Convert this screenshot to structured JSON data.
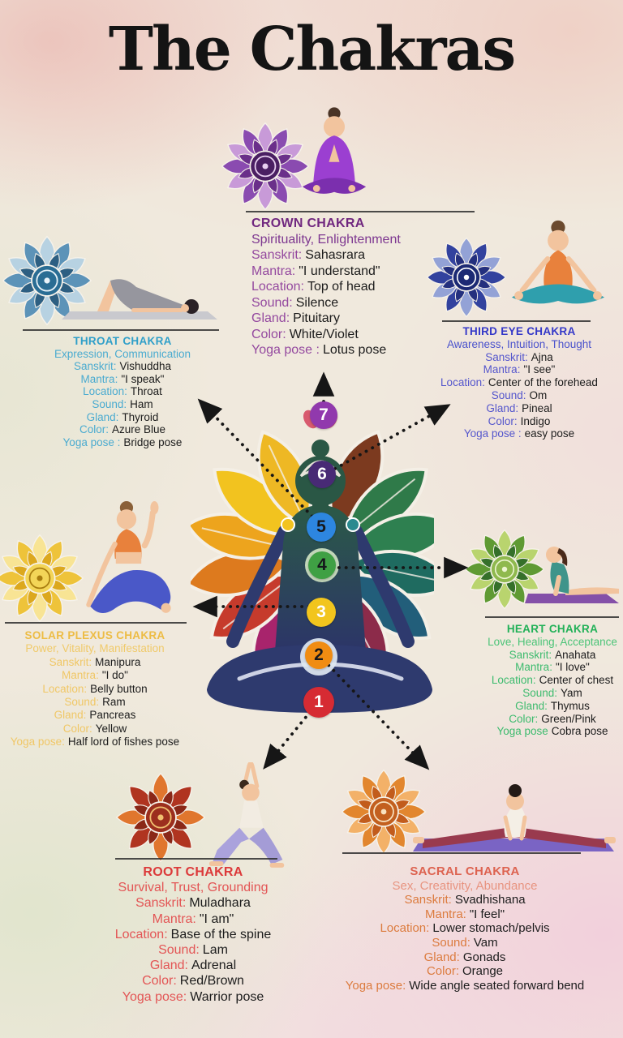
{
  "title": "The Chakras",
  "colors": {
    "background_base": "#f0e9dd",
    "arrow": "#161616",
    "title_text": "#141414"
  },
  "chakras": [
    {
      "key": "crown",
      "number": "7",
      "name": "CROWN CHAKRA",
      "subtitle": "Spirituality, Enlightenment",
      "accent": "#70277f",
      "label_color": "#94499f",
      "circle_color": "#9139ad",
      "circle_text_color": "#ffffff",
      "mandala_icon": "crown-lotus-mandala",
      "pose_icon": "lotus-pose-figure",
      "mandala_colors": {
        "outer": "#8a4bb0",
        "inner": "#c89ad8",
        "mid": "#6a2f8a",
        "core": "#4a1f62",
        "ring": "#e8d0f0"
      },
      "rows": [
        {
          "label": "Sanskrit:",
          "value": "Sahasrara"
        },
        {
          "label": "Mantra:",
          "value": "\"I understand\""
        },
        {
          "label": "Location:",
          "value": "Top of head"
        },
        {
          "label": "Sound:",
          "value": "Silence"
        },
        {
          "label": "Gland:",
          "value": "Pituitary"
        },
        {
          "label": "Color:",
          "value": "White/Violet"
        },
        {
          "label": "Yoga pose :",
          "value": "Lotus pose"
        }
      ]
    },
    {
      "key": "third_eye",
      "number": "6",
      "name": "THIRD EYE CHAKRA",
      "subtitle": "Awareness, Intuition, Thought",
      "accent": "#3438c8",
      "label_color": "#5456cc",
      "circle_color": "#482a75",
      "circle_text_color": "#ffffff",
      "mandala_icon": "third-eye-mandala",
      "pose_icon": "easy-pose-figure",
      "mandala_colors": {
        "outer": "#32429e",
        "inner": "#93a2d6",
        "mid": "#24307e",
        "core": "#1c2a74",
        "ring": "#ffffff"
      },
      "rows": [
        {
          "label": "Sanskrit:",
          "value": "Ajna"
        },
        {
          "label": "Mantra:",
          "value": "\"I see\""
        },
        {
          "label": "Location:",
          "value": "Center of the forehead"
        },
        {
          "label": "Sound:",
          "value": "Om"
        },
        {
          "label": "Gland:",
          "value": "Pineal"
        },
        {
          "label": "Color:",
          "value": "Indigo"
        },
        {
          "label": "Yoga pose :",
          "value": "easy pose"
        }
      ]
    },
    {
      "key": "throat",
      "number": "5",
      "name": "THROAT CHAKRA",
      "subtitle": "Expression, Communication",
      "accent": "#2f9fc9",
      "label_color": "#4aabd0",
      "circle_color": "#2d86e0",
      "circle_text_color": "#1a1a1a",
      "mandala_icon": "throat-mandala",
      "pose_icon": "bridge-pose-figure",
      "mandala_colors": {
        "outer": "#5c93b8",
        "inner": "#b7d2e2",
        "mid": "#2d5f82",
        "core": "#2a6d94",
        "ring": "#e8f2f8"
      },
      "rows": [
        {
          "label": "Sanskrit:",
          "value": "Vishuddha"
        },
        {
          "label": "Mantra:",
          "value": "\"I speak\""
        },
        {
          "label": "Location:",
          "value": "Throat"
        },
        {
          "label": "Sound:",
          "value": "Ham"
        },
        {
          "label": "Gland:",
          "value": "Thyroid"
        },
        {
          "label": "Color:",
          "value": "Azure Blue"
        },
        {
          "label": "Yoga pose :",
          "value": "Bridge pose"
        }
      ]
    },
    {
      "key": "solar",
      "number": "3",
      "name": "SOLAR PLEXUS CHAKRA",
      "subtitle": "Power, Vitality, Manifestation",
      "accent": "#edbc44",
      "label_color": "#f0c766",
      "circle_color": "#f2c51d",
      "circle_text_color": "#ffffff",
      "mandala_icon": "solar-plexus-mandala",
      "pose_icon": "half-lord-of-fishes-pose-figure",
      "mandala_colors": {
        "outer": "#eec33a",
        "inner": "#f8e494",
        "mid": "#dca81e",
        "core": "#f3d558",
        "ring": "#a87d10"
      },
      "rows": [
        {
          "label": "Sanskrit:",
          "value": "Manipura"
        },
        {
          "label": "Mantra:",
          "value": "\"I do\""
        },
        {
          "label": "Location:",
          "value": "Belly button"
        },
        {
          "label": "Sound:",
          "value": "Ram"
        },
        {
          "label": "Gland:",
          "value": "Pancreas"
        },
        {
          "label": "Color:",
          "value": "Yellow"
        },
        {
          "label": "Yoga pose:",
          "value": "Half lord of fishes pose"
        }
      ]
    },
    {
      "key": "heart",
      "number": "4",
      "name": "HEART CHAKRA",
      "subtitle": "Love, Healing, Acceptance",
      "accent": "#22b158",
      "label_color": "#3dbb6e",
      "circle_color": "#3fa044",
      "circle_text_color": "#1a1a1a",
      "mandala_icon": "heart-mandala",
      "pose_icon": "cobra-pose-figure",
      "mandala_colors": {
        "outer": "#5f9a33",
        "inner": "#b9d46e",
        "mid": "#35702a",
        "core": "#8fb94e",
        "ring": "#edf5d2"
      },
      "rows": [
        {
          "label": "Sanskrit:",
          "value": "Anahata"
        },
        {
          "label": "Mantra:",
          "value": "\"I love\""
        },
        {
          "label": "Location:",
          "value": "Center of chest"
        },
        {
          "label": "Sound:",
          "value": "Yam"
        },
        {
          "label": "Gland:",
          "value": "Thymus"
        },
        {
          "label": "Color:",
          "value": "Green/Pink"
        },
        {
          "label": "Yoga pose",
          "value": "Cobra pose"
        }
      ]
    },
    {
      "key": "root",
      "number": "1",
      "name": "ROOT CHAKRA",
      "subtitle": "Survival, Trust, Grounding",
      "accent": "#dc3a3a",
      "label_color": "#e35555",
      "circle_color": "#d62b33",
      "circle_text_color": "#ffffff",
      "mandala_icon": "root-mandala",
      "pose_icon": "warrior-pose-figure",
      "mandala_colors": {
        "outer": "#b03420",
        "inner": "#e0762e",
        "mid": "#8a2818",
        "core": "#9c2f1e",
        "ring": "#f0c070",
        "petal_count": 8
      },
      "rows": [
        {
          "label": "Sanskrit:",
          "value": "Muladhara"
        },
        {
          "label": "Mantra:",
          "value": "\"I am\""
        },
        {
          "label": "Location:",
          "value": "Base of the spine"
        },
        {
          "label": "Sound:",
          "value": "Lam"
        },
        {
          "label": "Gland:",
          "value": "Adrenal"
        },
        {
          "label": "Color:",
          "value": "Red/Brown"
        },
        {
          "label": "Yoga pose:",
          "value": "Warrior pose"
        }
      ]
    },
    {
      "key": "sacral",
      "number": "2",
      "name": "SACRAL CHAKRA",
      "subtitle": "Sex, Creativity, Abundance",
      "accent": "#dd6350",
      "label_color": "#dc7b3e",
      "circle_color": "#f08c12",
      "circle_text_color": "#1a1a1a",
      "mandala_icon": "sacral-mandala",
      "pose_icon": "wide-angle-seated-forward-bend-figure",
      "mandala_colors": {
        "outer": "#e2862e",
        "inner": "#f3b168",
        "mid": "#c25c1c",
        "core": "#c3601f",
        "ring": "#f8e2c0"
      },
      "rows": [
        {
          "label": "Sanskrit:",
          "value": "Svadhishana"
        },
        {
          "label": "Mantra:",
          "value": "\"I feel\""
        },
        {
          "label": "Location:",
          "value": "Lower stomach/pelvis"
        },
        {
          "label": "Sound:",
          "value": "Vam"
        },
        {
          "label": "Gland:",
          "value": "Gonads"
        },
        {
          "label": "Color:",
          "value": "Orange"
        },
        {
          "label": "Yoga pose:",
          "value": "Wide angle seated forward bend"
        }
      ]
    }
  ]
}
